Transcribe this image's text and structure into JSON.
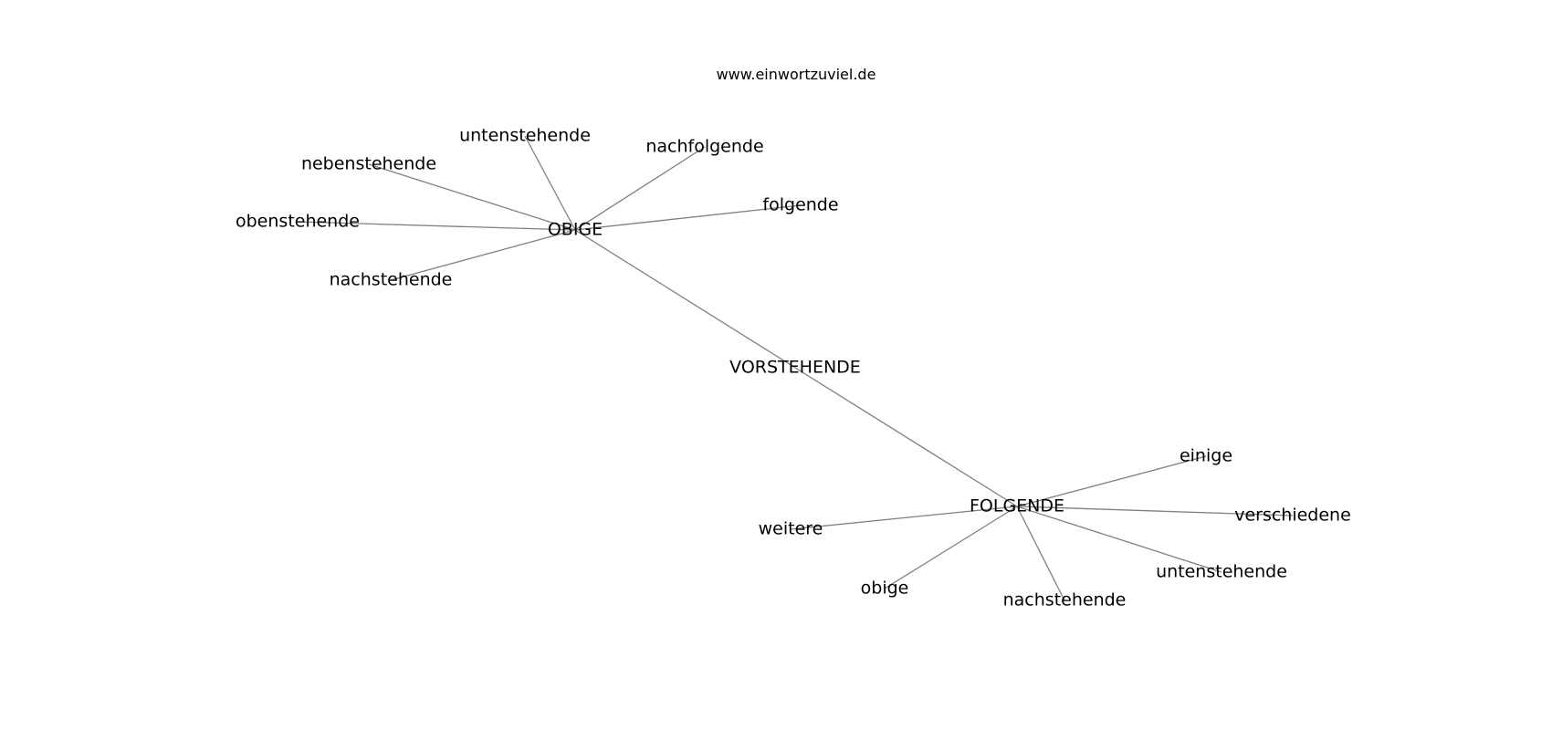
{
  "site": "www.einwortzuviel.de",
  "nodes": [
    {
      "id": "vorstehende",
      "label": "VORSTEHENDE"
    },
    {
      "id": "obige_hub",
      "label": "OBIGE"
    },
    {
      "id": "folgende_hub",
      "label": "FOLGENDE"
    },
    {
      "id": "untenstehende_1",
      "label": "untenstehende"
    },
    {
      "id": "nachfolgende",
      "label": "nachfolgende"
    },
    {
      "id": "nebenstehende",
      "label": "nebenstehende"
    },
    {
      "id": "folgende_leaf",
      "label": "folgende"
    },
    {
      "id": "obenstehende",
      "label": "obenstehende"
    },
    {
      "id": "nachstehende_1",
      "label": "nachstehende"
    },
    {
      "id": "einige",
      "label": "einige"
    },
    {
      "id": "verschiedene",
      "label": "verschiedene"
    },
    {
      "id": "weitere",
      "label": "weitere"
    },
    {
      "id": "untenstehende_2",
      "label": "untenstehende"
    },
    {
      "id": "obige_leaf",
      "label": "obige"
    },
    {
      "id": "nachstehende_2",
      "label": "nachstehende"
    }
  ],
  "edges": [
    [
      "obige_hub",
      "vorstehende"
    ],
    [
      "vorstehende",
      "folgende_hub"
    ],
    [
      "obige_hub",
      "untenstehende_1"
    ],
    [
      "obige_hub",
      "nachfolgende"
    ],
    [
      "obige_hub",
      "nebenstehende"
    ],
    [
      "obige_hub",
      "folgende_leaf"
    ],
    [
      "obige_hub",
      "obenstehende"
    ],
    [
      "obige_hub",
      "nachstehende_1"
    ],
    [
      "folgende_hub",
      "einige"
    ],
    [
      "folgende_hub",
      "verschiedene"
    ],
    [
      "folgende_hub",
      "weitere"
    ],
    [
      "folgende_hub",
      "untenstehende_2"
    ],
    [
      "folgende_hub",
      "obige_leaf"
    ],
    [
      "folgende_hub",
      "nachstehende_2"
    ]
  ]
}
